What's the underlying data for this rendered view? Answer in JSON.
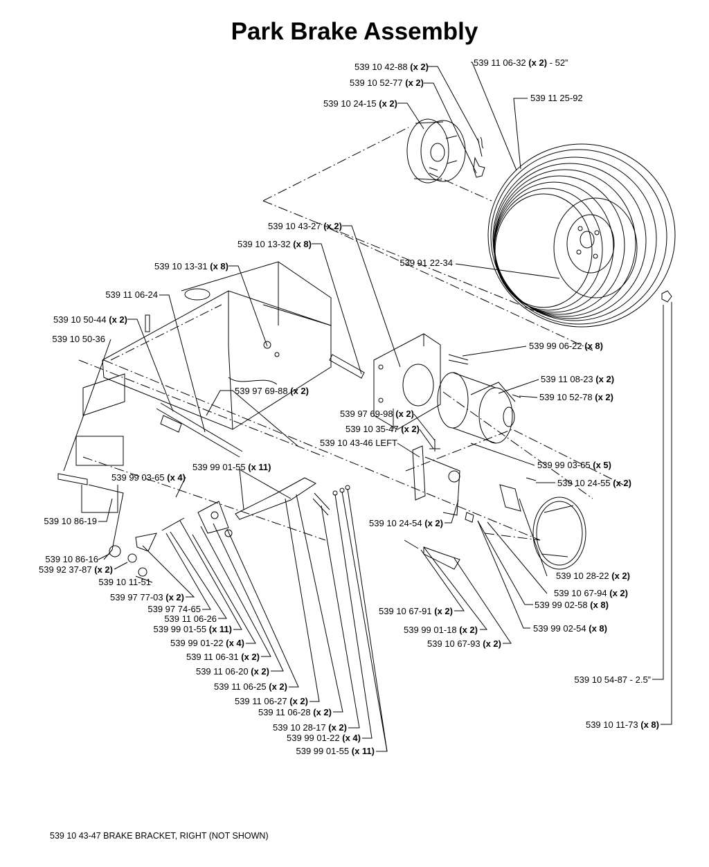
{
  "title": "Park Brake Assembly",
  "footnote": "539 10 43-47 BRAKE BRACKET, RIGHT (NOT SHOWN)",
  "parts": [
    {
      "label": "539 10 42-88",
      "qty": "(x 2)",
      "suffix": ""
    },
    {
      "label": "539 11 06-32",
      "qty": "(x 2)",
      "suffix": " - 52”"
    },
    {
      "label": "539 10 52-77",
      "qty": "(x 2)",
      "suffix": ""
    },
    {
      "label": "539 10 24-15",
      "qty": "(x 2)",
      "suffix": ""
    },
    {
      "label": "539 11 25-92",
      "qty": "",
      "suffix": ""
    },
    {
      "label": "539 10 43-27",
      "qty": "(x 2)",
      "suffix": ""
    },
    {
      "label": "539 10 13-32",
      "qty": "(x 8)",
      "suffix": ""
    },
    {
      "label": "539 91 22-34",
      "qty": "",
      "suffix": ""
    },
    {
      "label": "539 10 13-31",
      "qty": "(x 8)",
      "suffix": ""
    },
    {
      "label": "539 11 06-24",
      "qty": "",
      "suffix": ""
    },
    {
      "label": "539 10 50-44",
      "qty": "(x 2)",
      "suffix": ""
    },
    {
      "label": "539 10 50-36",
      "qty": "",
      "suffix": ""
    },
    {
      "label": "539 99 06-22",
      "qty": "(x 8)",
      "suffix": ""
    },
    {
      "label": "539 11 08-23",
      "qty": "(x 2)",
      "suffix": ""
    },
    {
      "label": "539 10 52-78",
      "qty": "(x 2)",
      "suffix": ""
    },
    {
      "label": "539 97 69-88",
      "qty": "(x 2)",
      "suffix": ""
    },
    {
      "label": "539 97 69-98",
      "qty": "(x 2)",
      "suffix": ""
    },
    {
      "label": "539 10 35-47",
      "qty": "(x 2)",
      "suffix": ""
    },
    {
      "label": "539 10 43-46 LEFT",
      "qty": "",
      "suffix": ""
    },
    {
      "label": "539 99 03-65",
      "qty": "(x 5)",
      "suffix": ""
    },
    {
      "label": "539 99 01-55",
      "qty": "(x 11)",
      "suffix": ""
    },
    {
      "label": "539 99 03-65",
      "qty": "(x 4)",
      "suffix": ""
    },
    {
      "label": "539 10 24-55",
      "qty": "(x 2)",
      "suffix": ""
    },
    {
      "label": "539 10 86-19",
      "qty": "",
      "suffix": ""
    },
    {
      "label": "539 10 24-54",
      "qty": "(x 2)",
      "suffix": ""
    },
    {
      "label": "539 10 86-16",
      "qty": "",
      "suffix": ""
    },
    {
      "label": "539 92 37-87",
      "qty": "(x 2)",
      "suffix": ""
    },
    {
      "label": "539 10 11-51",
      "qty": "",
      "suffix": ""
    },
    {
      "label": "539 10 28-22",
      "qty": "(x 2)",
      "suffix": ""
    },
    {
      "label": "539 10 67-94",
      "qty": "(x 2)",
      "suffix": ""
    },
    {
      "label": "539 97 77-03",
      "qty": "(x 2)",
      "suffix": ""
    },
    {
      "label": "539 99 02-58",
      "qty": "(x 8)",
      "suffix": ""
    },
    {
      "label": "539 97 74-65",
      "qty": "",
      "suffix": ""
    },
    {
      "label": "539 10 67-91",
      "qty": "(x 2)",
      "suffix": ""
    },
    {
      "label": "539 11 06-26",
      "qty": "",
      "suffix": ""
    },
    {
      "label": "539 99 01-55",
      "qty": "(x 11)",
      "suffix": ""
    },
    {
      "label": "539 99 01-18",
      "qty": "(x 2)",
      "suffix": ""
    },
    {
      "label": "539 99 02-54",
      "qty": "(x 8)",
      "suffix": ""
    },
    {
      "label": "539 99 01-22",
      "qty": "(x 4)",
      "suffix": ""
    },
    {
      "label": "539 10 67-93",
      "qty": "(x 2)",
      "suffix": ""
    },
    {
      "label": "539 11 06-31",
      "qty": "(x 2)",
      "suffix": ""
    },
    {
      "label": "539 11 06-20",
      "qty": "(x 2)",
      "suffix": ""
    },
    {
      "label": "539 10 54-87",
      "qty": "",
      "suffix": " - 2.5”"
    },
    {
      "label": "539 11 06-25",
      "qty": "(x 2)",
      "suffix": ""
    },
    {
      "label": "539 11 06-27",
      "qty": "(x 2)",
      "suffix": ""
    },
    {
      "label": "539 11 06-28",
      "qty": "(x 2)",
      "suffix": ""
    },
    {
      "label": "539 10 11-73",
      "qty": "(x 8)",
      "suffix": ""
    },
    {
      "label": "539 10 28-17",
      "qty": "(x 2)",
      "suffix": ""
    },
    {
      "label": "539 99 01-22",
      "qty": "(x 4)",
      "suffix": ""
    },
    {
      "label": "539 99 01-55",
      "qty": "(x 11)",
      "suffix": ""
    }
  ]
}
